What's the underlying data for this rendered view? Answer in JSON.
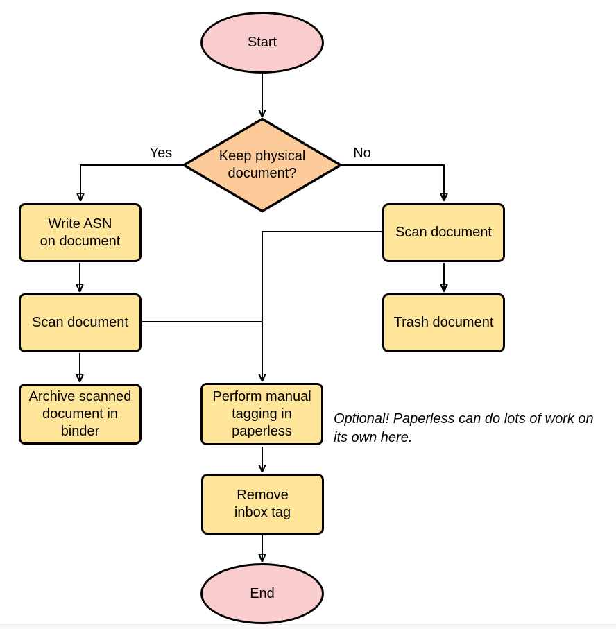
{
  "diagram": {
    "nodes": {
      "start": "Start",
      "decision": "Keep physical\ndocument?",
      "write_asn": "Write ASN\non document",
      "scan_left": "Scan document",
      "archive": "Archive scanned\ndocument in\nbinder",
      "scan_right": "Scan document",
      "trash": "Trash document",
      "tagging": "Perform manual\ntagging in\npaperless",
      "remove_inbox": "Remove\ninbox tag",
      "end": "End"
    },
    "edge_labels": {
      "yes": "Yes",
      "no": "No"
    },
    "note": "Optional! Paperless can do lots of work on\nits own here.",
    "colors": {
      "terminal_fill": "#f9cdcd",
      "decision_fill": "#fccb99",
      "process_fill": "#ffe59a",
      "stroke": "#000000",
      "background": "#ffffff"
    }
  }
}
